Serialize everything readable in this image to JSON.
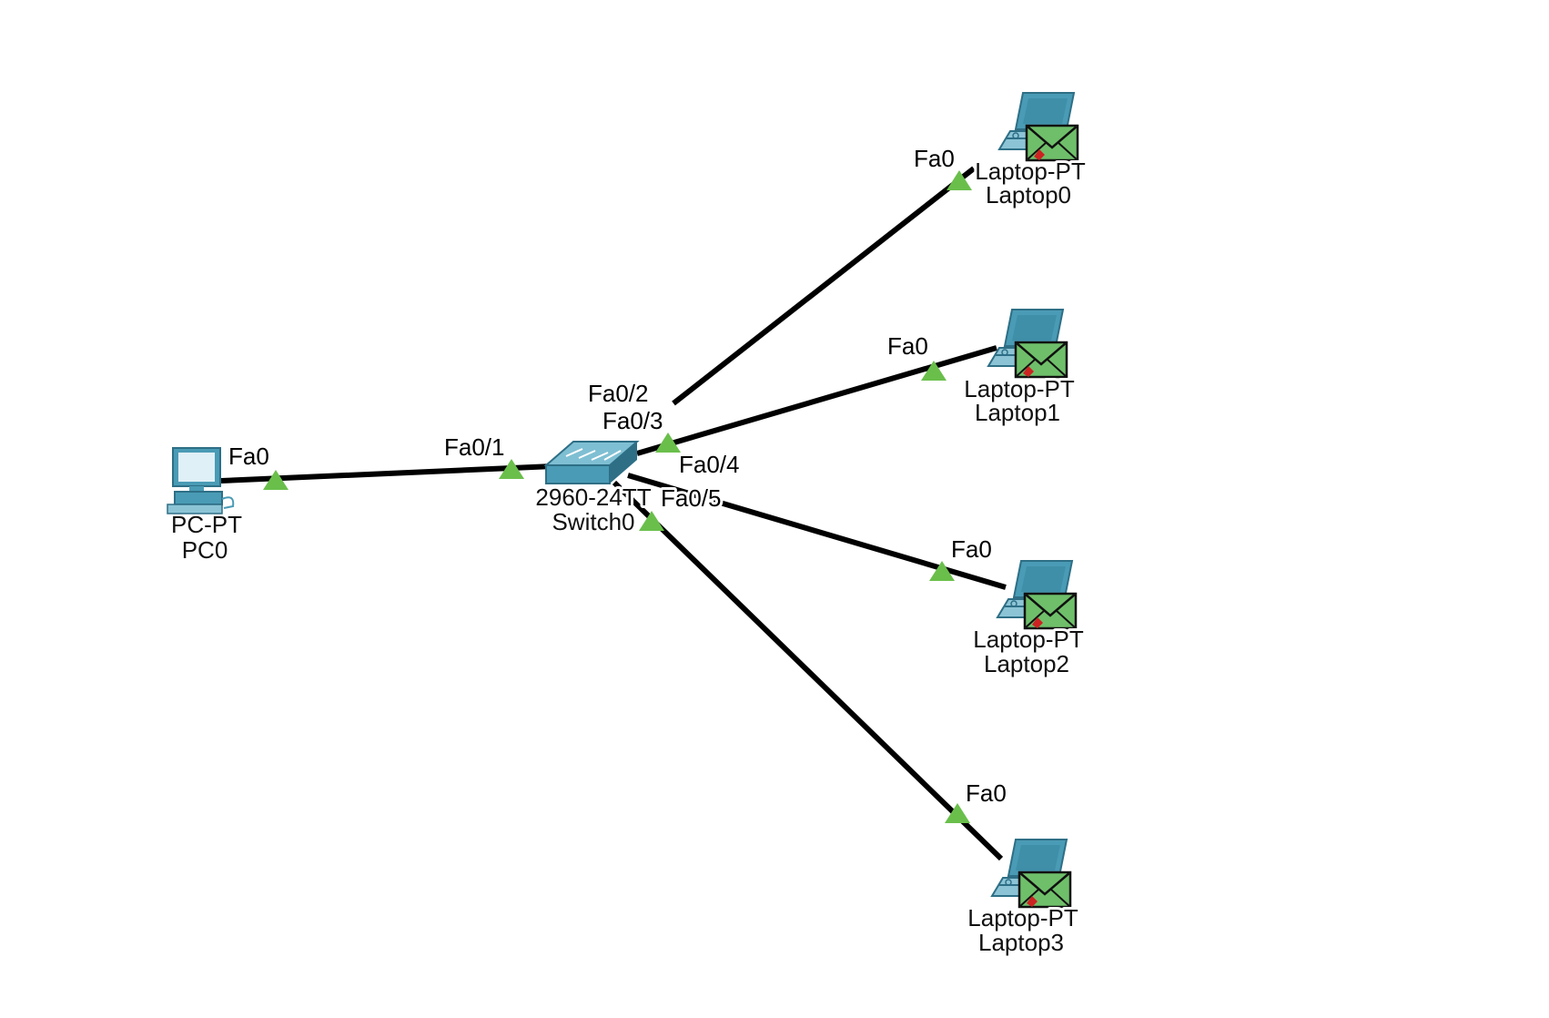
{
  "colors": {
    "link": "#000000",
    "link_up_triangle": "#6abf4b",
    "device_blue": "#4a9bb5",
    "device_dark": "#2e6f86",
    "envelope": "#6fbf6a",
    "envelope_seal": "#cc2222",
    "background": "#ffffff"
  },
  "devices": [
    {
      "id": "pc0",
      "model": "PC-PT",
      "name": "PC0",
      "icon": "desktop-pc-icon"
    },
    {
      "id": "switch0",
      "model": "2960-24TT",
      "name": "Switch0",
      "icon": "switch-icon"
    },
    {
      "id": "laptop0",
      "model": "Laptop-PT",
      "name": "Laptop0",
      "icon": "laptop-icon",
      "pdu": "email-envelope-icon"
    },
    {
      "id": "laptop1",
      "model": "Laptop-PT",
      "name": "Laptop1",
      "icon": "laptop-icon",
      "pdu": "email-envelope-icon"
    },
    {
      "id": "laptop2",
      "model": "Laptop-PT",
      "name": "Laptop2",
      "icon": "laptop-icon",
      "pdu": "email-envelope-icon"
    },
    {
      "id": "laptop3",
      "model": "Laptop-PT",
      "name": "Laptop3",
      "icon": "laptop-icon",
      "pdu": "email-envelope-icon"
    }
  ],
  "links": [
    {
      "from": "pc0",
      "from_port": "Fa0",
      "to": "switch0",
      "to_port": "Fa0/1",
      "status": "up"
    },
    {
      "from": "switch0",
      "from_port": "Fa0/2",
      "to": "laptop0",
      "to_port": "Fa0",
      "status": "up"
    },
    {
      "from": "switch0",
      "from_port": "Fa0/3",
      "to": "laptop1",
      "to_port": "Fa0",
      "status": "up"
    },
    {
      "from": "switch0",
      "from_port": "Fa0/4",
      "to": "laptop2",
      "to_port": "Fa0",
      "status": "up"
    },
    {
      "from": "switch0",
      "from_port": "Fa0/5",
      "to": "laptop3",
      "to_port": "Fa0",
      "status": "up"
    }
  ]
}
